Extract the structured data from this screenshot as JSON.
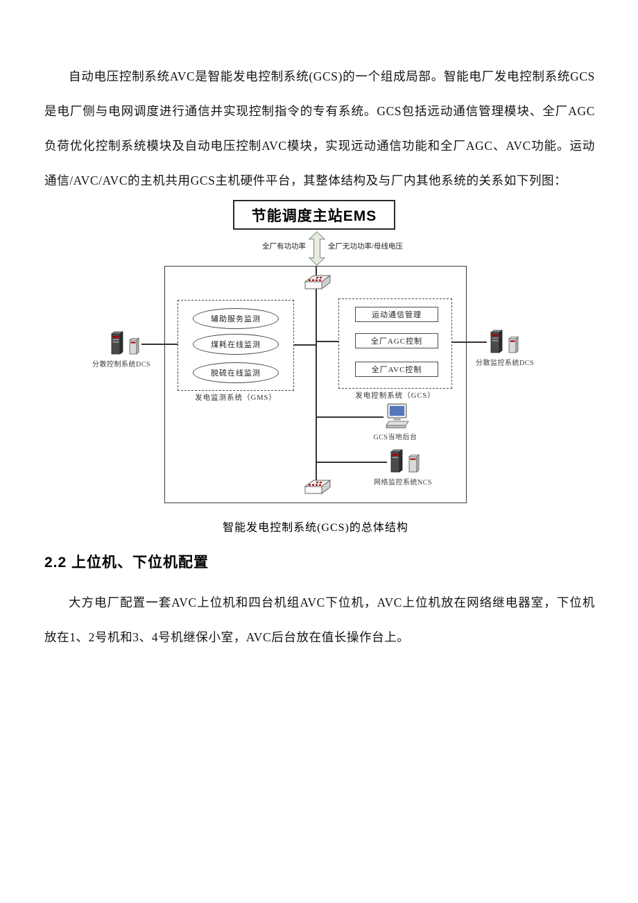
{
  "document": {
    "paragraph1": "自动电压控制系统AVC是智能发电控制系统(GCS)的一个组成局部。智能电厂发电控制系统GCS是电厂侧与电网调度进行通信并实现控制指令的专有系统。GCS包括远动通信管理模块、全厂AGC负荷优化控制系统模块及自动电压控制AVC模块，实现远动通信功能和全厂AGC、AVC功能。运动通信/AVC/AVC的主机共用GCS主机硬件平台，其整体结构及与厂内其他系统的关系如下列图：",
    "figure_caption": "智能发电控制系统(GCS)的总体结构",
    "section_heading": "2.2 上位机、下位机配置",
    "paragraph2": "大方电厂配置一套AVC上位机和四台机组AVC下位机，AVC上位机放在网络继电器室，下位机放在1、2号机和3、4号机继保小室，AVC后台放在值长操作台上。"
  },
  "diagram": {
    "ems_box": "节能调度主站EMS",
    "arrow_label_left": "全厂有功功率",
    "arrow_label_right": "全厂无功功率/母线电压",
    "gms": {
      "items": [
        "辅助服务监测",
        "煤耗在线监测",
        "脱硫在线监测"
      ],
      "label": "发电监测系统（GMS）"
    },
    "gcs": {
      "items": [
        "运动通信管理",
        "全厂AGC控制",
        "全厂AVC控制"
      ],
      "label": "发电控制系统（GCS）"
    },
    "left_device_label": "分散控制系统DCS",
    "right_device_label": "分散监控系统DCS",
    "pc_label": "GCS当地后台",
    "ncs_label": "网络监控系统NCS",
    "accent_red": "#aa0000",
    "screen_blue": "#5577bb"
  }
}
